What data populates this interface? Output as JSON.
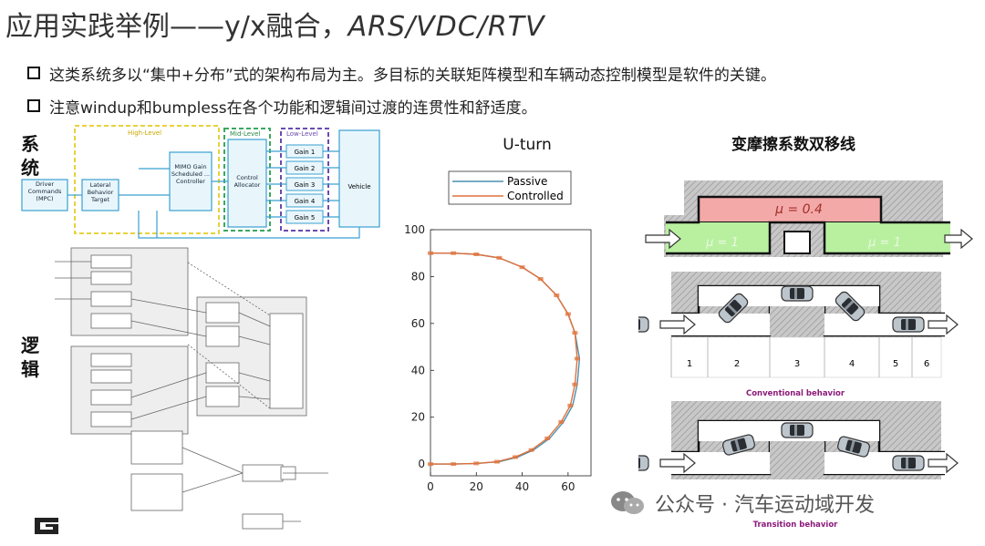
{
  "title": {
    "cn": "应用实践举例——y/x融合，",
    "en": "ARS/VDC/RTV"
  },
  "bullets": [
    "这类系统多以“集中+分布”式的架构布局为主。多目标的关联矩阵模型和车辆动态控制模型是软件的关键。",
    "注意windup和bumpless在各个功能和逻辑间过渡的连贯性和舒适度。"
  ],
  "labels": {
    "system": "系统",
    "logic": "逻辑"
  },
  "system_diagram": {
    "high_level": "High-Level",
    "mid_level": "Mid-Level",
    "low_level": "Low-Level",
    "driver": "Driver Commands (MPC)",
    "lateral": "Lateral Behavior Target",
    "mimo": "MIMO Gain Scheduled ... Controller",
    "allocator": "Control Allocator",
    "gains": [
      "Gain 1",
      "Gain 2",
      "Gain 3",
      "Gain 4",
      "Gain 5"
    ],
    "vehicle": "Vehicle"
  },
  "uturn": {
    "title": "U-turn",
    "legend": [
      "Passive",
      "Controlled"
    ],
    "colors": {
      "passive": "#4a8fb0",
      "controlled": "#e0703a"
    }
  },
  "chart_data": {
    "type": "line",
    "title": "U-turn",
    "xlabel": "",
    "ylabel": "",
    "xlim": [
      0,
      70
    ],
    "ylim": [
      -5,
      100
    ],
    "xticks": [
      0,
      20,
      40,
      60
    ],
    "yticks": [
      0,
      20,
      40,
      60,
      80,
      100
    ],
    "series": [
      {
        "name": "Passive",
        "x": [
          0,
          10,
          20,
          30,
          40,
          48,
          55,
          60,
          63,
          65,
          64,
          62,
          58,
          52,
          45,
          38,
          30,
          20,
          10,
          0
        ],
        "y": [
          90,
          90,
          89.5,
          88,
          84,
          79,
          72,
          64,
          56,
          45,
          34,
          25,
          18,
          11,
          6,
          3,
          1,
          0.3,
          0,
          0
        ]
      },
      {
        "name": "Controlled",
        "x": [
          0,
          10,
          20,
          30,
          40,
          48,
          55,
          60,
          63,
          64,
          63,
          61,
          57,
          51,
          44,
          37,
          29,
          20,
          10,
          0
        ],
        "y": [
          90,
          90,
          89.5,
          88,
          84,
          79,
          72,
          64,
          56,
          45,
          34,
          25,
          18,
          11,
          6,
          3,
          1,
          0.3,
          0,
          0
        ]
      }
    ]
  },
  "lane_change": {
    "title": "变摩擦系数双移线",
    "mu_high": "μ = 0.4",
    "mu_low_left": "μ = 1",
    "mu_low_right": "μ = 1",
    "sections": [
      "1",
      "2",
      "3",
      "4",
      "5",
      "6"
    ],
    "conventional": "Conventional behavior",
    "transition": "Transition behavior",
    "colors": {
      "accent": "#8b1a7a",
      "red_zone": "#f4a9a9",
      "green_zone": "#b8f0a0"
    }
  },
  "watermark": "公众号 · 汽车运动域开发"
}
